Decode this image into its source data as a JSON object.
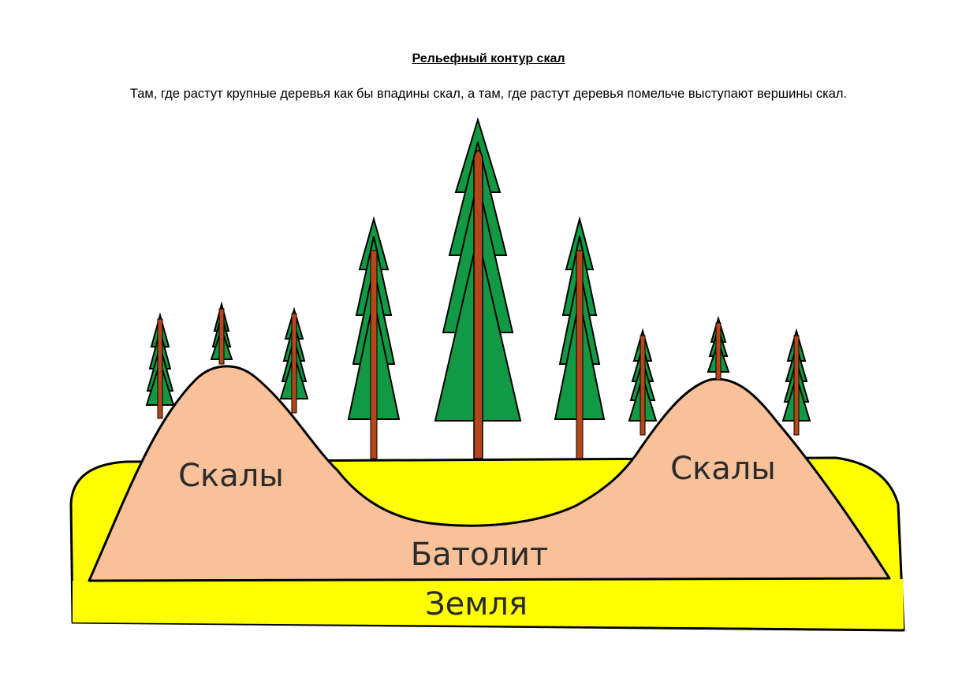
{
  "title": "Рельефный контур скал",
  "subtitle": "Там, где растут крупные деревья как бы впадины скал, а там, где растут деревья помельче выступают вершины скал.",
  "labels": {
    "rocks_left": "Скалы",
    "rocks_right": "Скалы",
    "batholith": "Батолит",
    "earth": "Земля"
  },
  "colors": {
    "rock": "#f9c199",
    "soil": "#ffff00",
    "foliage": "#119944",
    "trunk": "#b5471a",
    "outline": "#000000"
  }
}
